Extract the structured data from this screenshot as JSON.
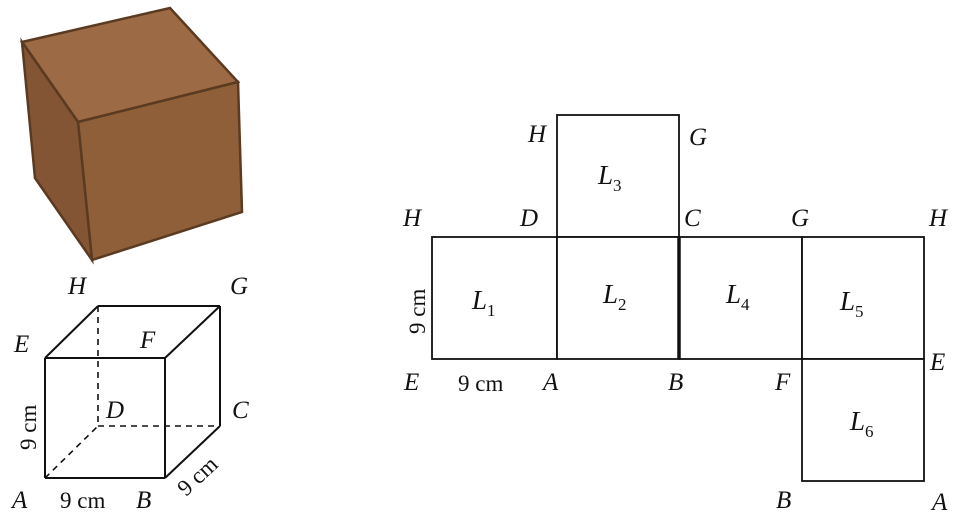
{
  "box_colors": {
    "top": "#9c6a45",
    "front": "#8f5f3a",
    "side": "#845534",
    "edge": "#5a3a20"
  },
  "cube": {
    "vertices": {
      "H": "H",
      "G": "G",
      "E": "E",
      "F": "F",
      "D": "D",
      "C": "C",
      "A": "A",
      "B": "B"
    },
    "height_label": "9 cm",
    "width_label": "9 cm",
    "depth_label": "9 cm"
  },
  "net": {
    "faces": [
      {
        "name": "L",
        "sub": "1"
      },
      {
        "name": "L",
        "sub": "2"
      },
      {
        "name": "L",
        "sub": "3"
      },
      {
        "name": "L",
        "sub": "4"
      },
      {
        "name": "L",
        "sub": "5"
      },
      {
        "name": "L",
        "sub": "6"
      }
    ],
    "vertices": {
      "top_H": "H",
      "top_G": "G",
      "left_H": "H",
      "D": "D",
      "C": "C",
      "right_G": "G",
      "right_H": "H",
      "left_E": "E",
      "A": "A",
      "B": "B",
      "F": "F",
      "right_E": "E",
      "bottom_B": "B",
      "bottom_A": "A"
    },
    "height_label": "9 cm",
    "width_label": "9 cm"
  }
}
